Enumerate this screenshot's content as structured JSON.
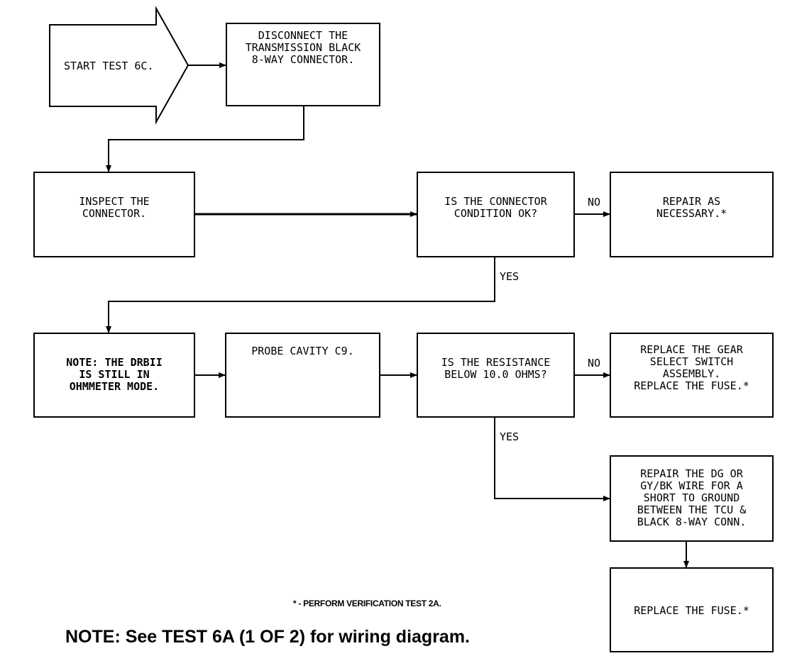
{
  "nodes": {
    "start": "START TEST 6C.",
    "disconnect": "DISCONNECT THE\nTRANSMISSION BLACK\n8-WAY CONNECTOR.",
    "inspect": "INSPECT THE\nCONNECTOR.",
    "connector_ok": "IS THE CONNECTOR\nCONDITION OK?",
    "repair_necessary": "REPAIR AS\nNECESSARY.*",
    "note_drbii": "NOTE:  THE DRBII\nIS STILL IN\nOHMMETER MODE.",
    "probe": "PROBE CAVITY C9.",
    "resistance": "IS THE RESISTANCE\nBELOW 10.0 OHMS?",
    "replace_switch": "REPLACE THE GEAR\nSELECT SWITCH\nASSEMBLY.\nREPLACE THE FUSE.*",
    "repair_wire": "REPAIR THE DG OR\nGY/BK WIRE FOR A\nSHORT TO GROUND\nBETWEEN THE TCU &\nBLACK 8-WAY CONN.",
    "replace_fuse": "REPLACE THE FUSE.*"
  },
  "edge_labels": {
    "no_1": "NO",
    "yes_1": "YES",
    "no_2": "NO",
    "yes_2": "YES"
  },
  "footnote": "* - PERFORM VERIFICATION TEST 2A.",
  "note": "NOTE: See TEST 6A (1 OF 2) for wiring diagram."
}
